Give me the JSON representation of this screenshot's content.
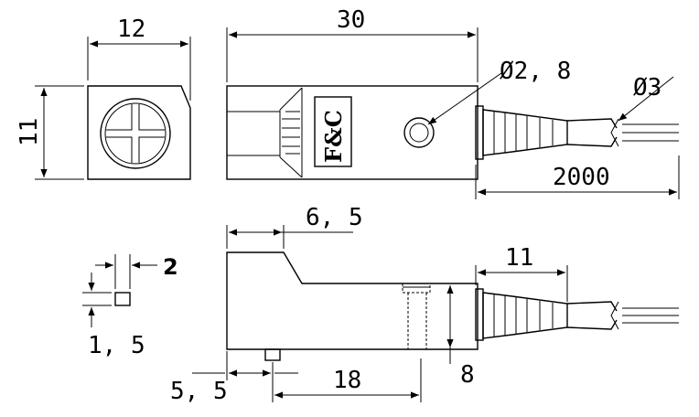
{
  "dimensions": {
    "face_width": "12",
    "face_height": "11",
    "body_length": "30",
    "hole_diameter": "Ø2, 8",
    "cable_diameter": "Ø3",
    "cable_length": "2000",
    "step_length": "6, 5",
    "gland_length": "11",
    "hole_height": "8",
    "pin_width": "2",
    "pin_height": "1, 5",
    "pin_offset": "5, 5",
    "hole_spacing": "18"
  },
  "brand_logo": "F&C",
  "colors": {
    "line": "#000000",
    "background": "#ffffff"
  }
}
